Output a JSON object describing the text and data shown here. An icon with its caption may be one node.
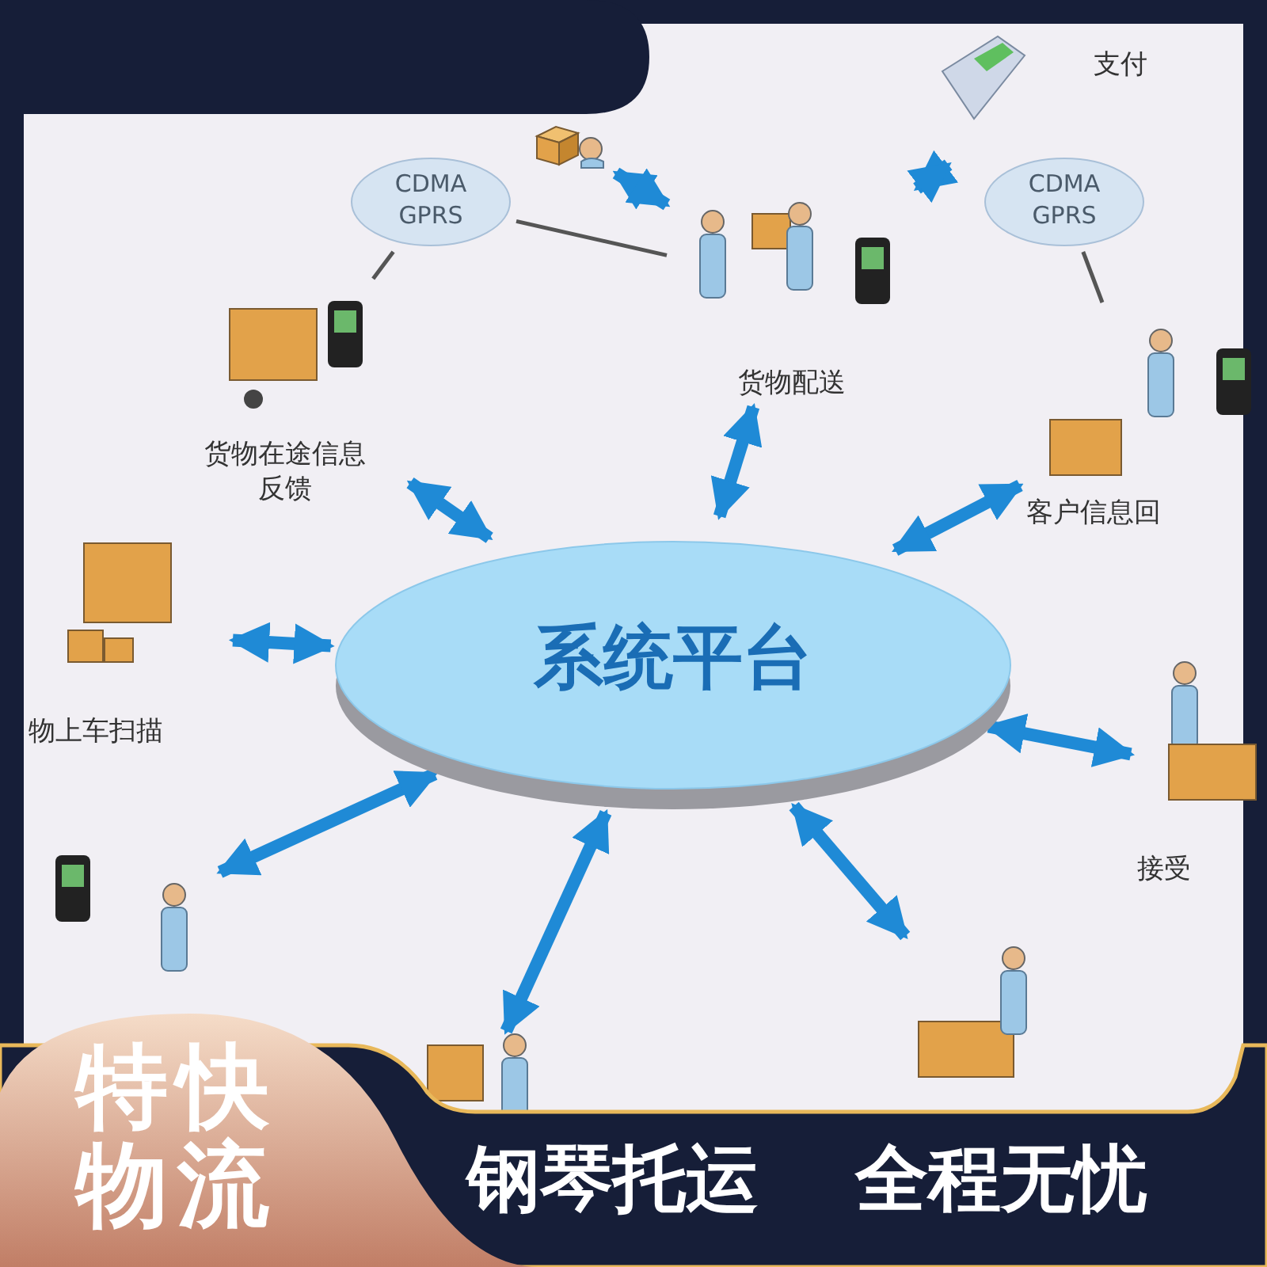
{
  "diagram": {
    "nodes": [
      {
        "text": [
          "系统平台"
        ]
      },
      {
        "text": [],
        "shape": "picture"
      },
      {
        "text": [
          "支付"
        ]
      },
      {
        "text": [
          "CDMA GPRS"
        ]
      },
      {
        "text": [
          "货物配送"
        ]
      },
      {
        "text": [
          "CDMA GPRS"
        ]
      },
      {
        "text": [
          "货物在途信息反馈"
        ]
      },
      {
        "text": [
          "客户信息回"
        ]
      },
      {
        "text": [
          "物上车扫描"
        ]
      },
      {
        "text": [
          "接受"
        ]
      },
      {
        "text": [],
        "shape": "picture"
      },
      {
        "text": [],
        "shape": "picture"
      },
      {
        "text": [],
        "shape": "picture"
      }
    ],
    "edges": [
      {
        "from": 1,
        "to": 4,
        "arrow": "both"
      },
      {
        "from": 4,
        "to": 2,
        "arrow": "both"
      },
      {
        "from": 3,
        "to": 4,
        "arrow": "none",
        "color": "#555555"
      },
      {
        "from": 3,
        "to": 6,
        "arrow": "none",
        "color": "#555555"
      },
      {
        "from": 5,
        "to": 7,
        "arrow": "none",
        "color": "#555555"
      },
      {
        "from": 6,
        "to": 0,
        "arrow": "both"
      },
      {
        "from": 4,
        "to": 0,
        "arrow": "both"
      },
      {
        "from": 7,
        "to": 0,
        "arrow": "both"
      },
      {
        "from": 8,
        "to": 0,
        "arrow": "both"
      },
      {
        "from": 0,
        "to": 9,
        "arrow": "both"
      },
      {
        "from": 10,
        "to": 0,
        "arrow": "both"
      },
      {
        "from": 11,
        "to": 0,
        "arrow": "both"
      },
      {
        "from": 12,
        "to": 0,
        "arrow": "both"
      }
    ],
    "labels": [
      "特快物流",
      "钢琴托运",
      "全程无忧"
    ]
  }
}
